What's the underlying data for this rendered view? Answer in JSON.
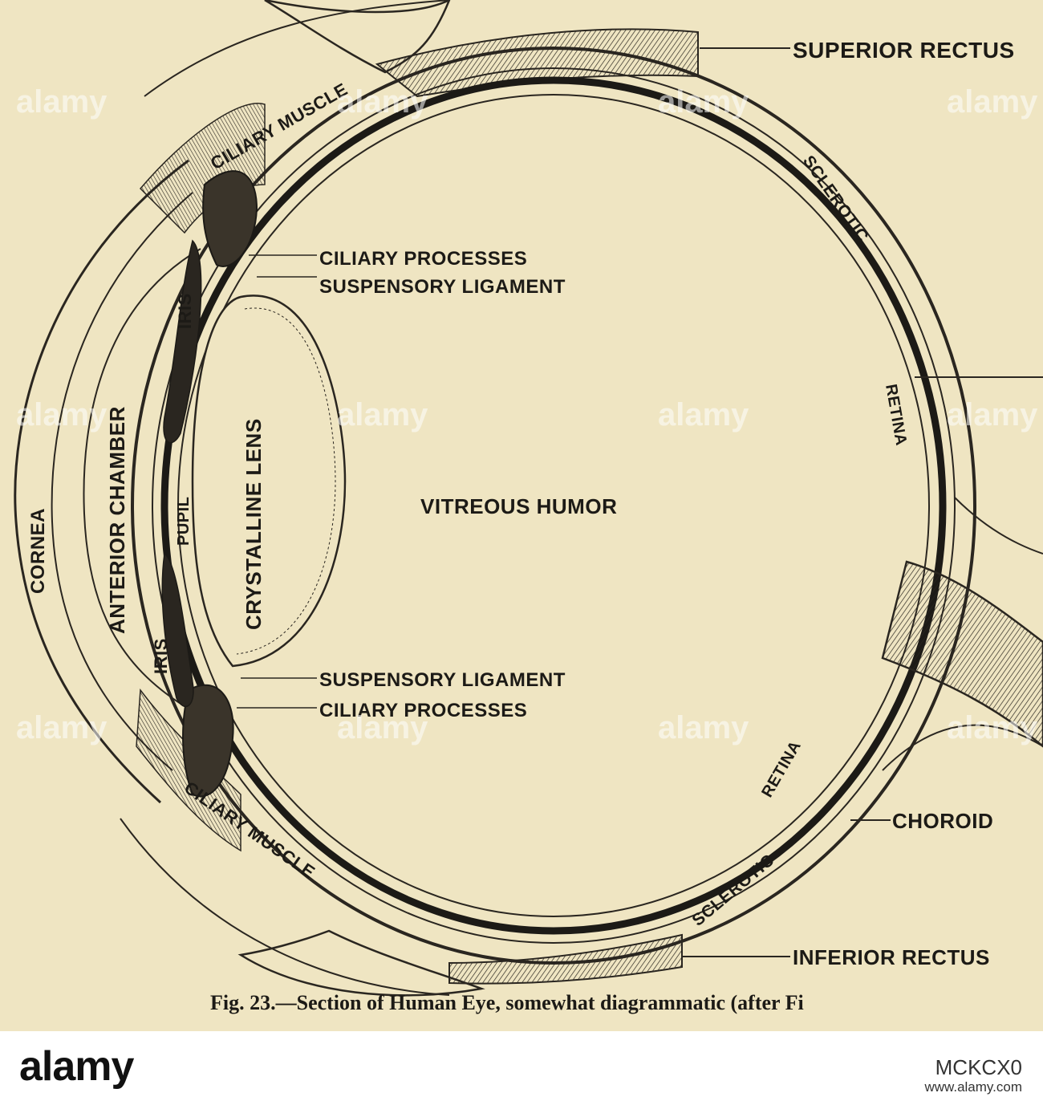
{
  "figure": {
    "labels": {
      "superior_rectus": "SUPERIOR RECTUS",
      "ciliary_muscle_top": "CILIARY MUSCLE",
      "sclerotic_top": "SCLEROTIC",
      "ciliary_processes_top": "CILIARY PROCESSES",
      "suspensory_ligament_top": "SUSPENSORY LIGAMENT",
      "iris_top": "IRIS",
      "anterior_chamber": "ANTERIOR CHAMBER",
      "cornea": "CORNEA",
      "crystalline_lens": "CRYSTALLINE LENS",
      "pupil": "PUPIL",
      "vitreous_humor": "VITREOUS HUMOR",
      "retina_right": "RETINA",
      "iris_bottom": "IRIS",
      "suspensory_ligament_bottom": "SUSPENSORY LIGAMENT",
      "ciliary_processes_bottom": "CILIARY PROCESSES",
      "retina_bottom": "RETINA",
      "sclerotic_bottom": "SCLEROTIC",
      "choroid": "CHOROID",
      "ciliary_muscle_bottom": "CILIARY MUSCLE",
      "inferior_rectus": "INFERIOR RECTUS"
    },
    "caption": "Fig. 23.—Section of Human Eye, somewhat diagrammatic (after Fi"
  },
  "watermark": {
    "text": "alamy"
  },
  "footer": {
    "logo": "alamy",
    "image_id": "MCKCX0",
    "url": "www.alamy.com"
  }
}
